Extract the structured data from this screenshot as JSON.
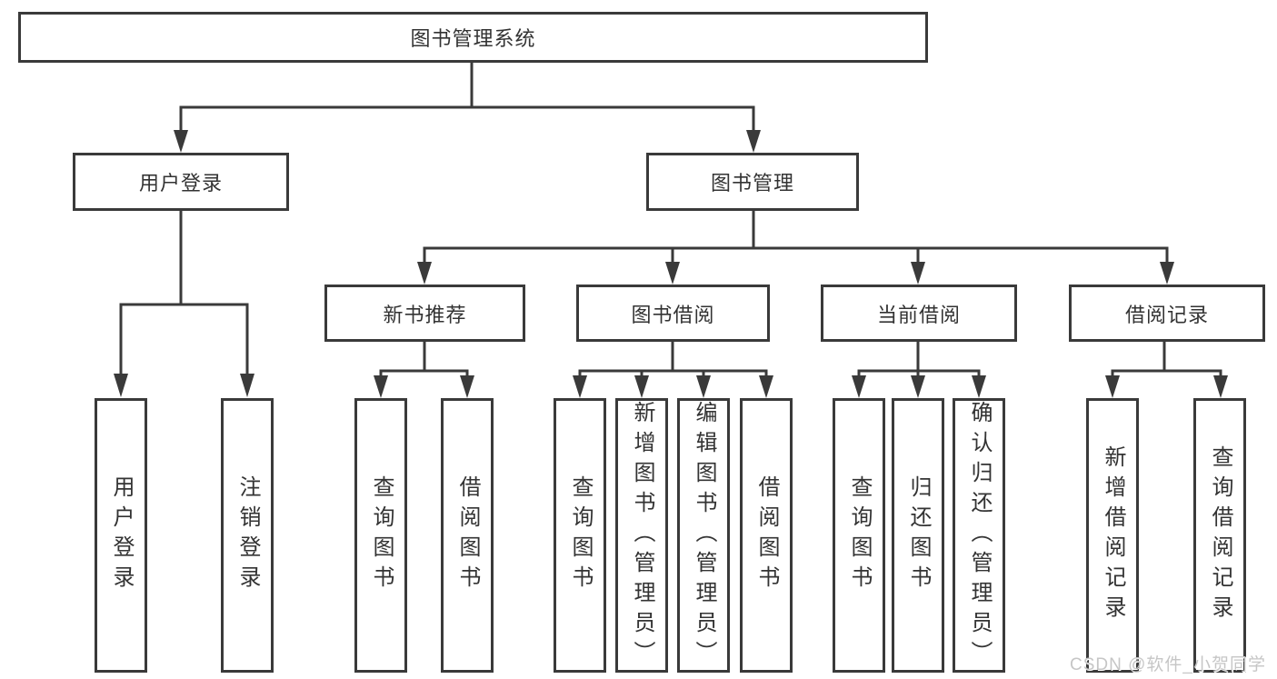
{
  "colors": {
    "line": "#3a3a3a",
    "box_border": "#3a3a3a",
    "text": "#333333",
    "background": "#ffffff",
    "watermark": "#c6c6c6"
  },
  "watermark": {
    "text": "CSDN @软件_小贺同学"
  },
  "tree": {
    "root": {
      "label": "图书管理系统"
    },
    "branches": [
      {
        "label": "用户登录",
        "children": [
          {
            "label": "用户登录"
          },
          {
            "label": "注销登录"
          }
        ]
      },
      {
        "label": "图书管理",
        "children": [
          {
            "label": "新书推荐",
            "children": [
              {
                "label": "查询图书"
              },
              {
                "label": "借阅图书"
              }
            ]
          },
          {
            "label": "图书借阅",
            "children": [
              {
                "label": "查询图书"
              },
              {
                "label": "新增图书（管理员）"
              },
              {
                "label": "编辑图书（管理员）"
              },
              {
                "label": "借阅图书"
              }
            ]
          },
          {
            "label": "当前借阅",
            "children": [
              {
                "label": "查询图书"
              },
              {
                "label": "归还图书"
              },
              {
                "label": "确认归还（管理员）"
              }
            ]
          },
          {
            "label": "借阅记录",
            "children": [
              {
                "label": "新增借阅记录"
              },
              {
                "label": "查询借阅记录"
              }
            ]
          }
        ]
      }
    ]
  }
}
